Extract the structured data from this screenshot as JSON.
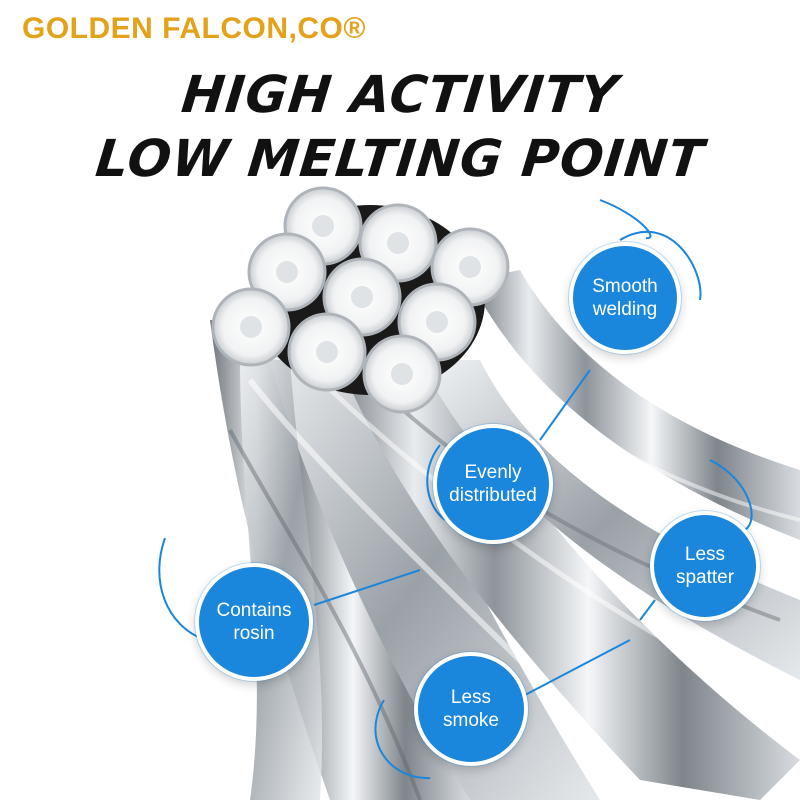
{
  "brand": {
    "name": "GOLDEN FALCON,CO®"
  },
  "headline": {
    "line1": "HIGH ACTIVITY",
    "line2": "LOW MELTING POINT"
  },
  "colors": {
    "brand": "#e3a21a",
    "headline": "#111111",
    "bubble": "#1a86dc",
    "wire": "#bfc4c9"
  },
  "features": {
    "smooth": {
      "line1": "Smooth",
      "line2": "welding"
    },
    "evenly": {
      "line1": "Evenly",
      "line2": "distributed"
    },
    "spatter": {
      "line1": "Less",
      "line2": "spatter"
    },
    "rosin": {
      "line1": "Contains",
      "line2": "rosin"
    },
    "smoke": {
      "line1": "Less",
      "line2": "smoke"
    }
  }
}
